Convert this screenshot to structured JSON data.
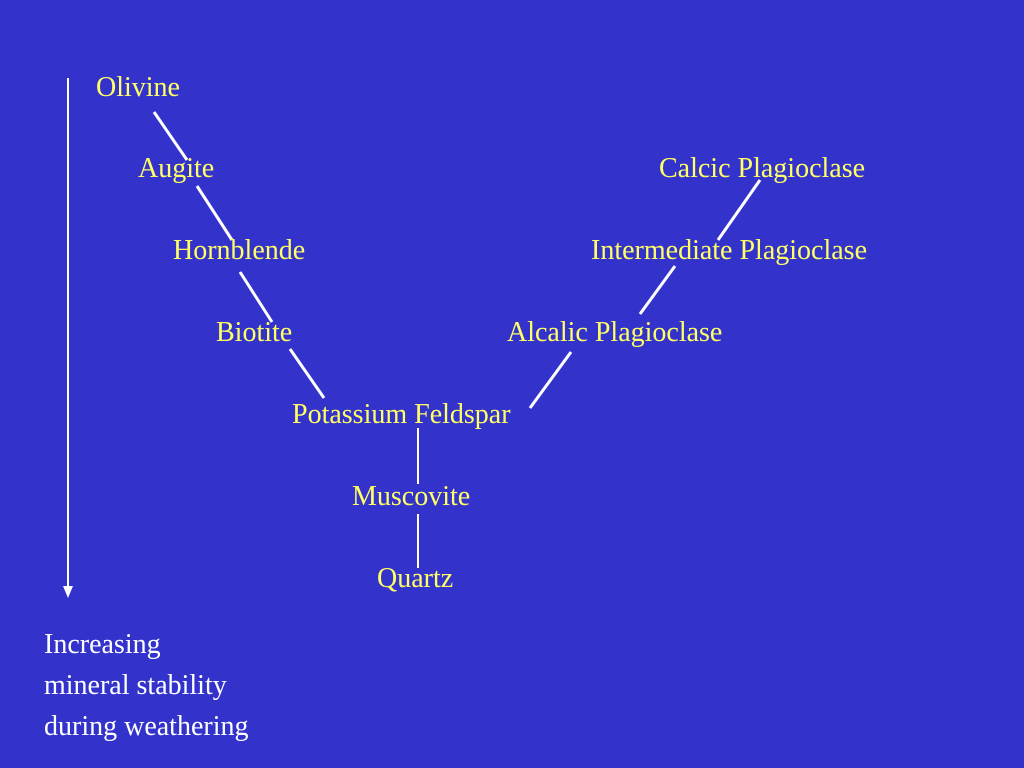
{
  "diagram": {
    "left_series": [
      "Olivine",
      "Augite",
      "Hornblende",
      "Biotite"
    ],
    "right_series": [
      "Calcic Plagioclase",
      "Intermediate Plagioclase",
      "Alcalic Plagioclase"
    ],
    "junction": "Potassium Feldspar",
    "tail": [
      "Muscovite",
      "Quartz"
    ]
  },
  "axis": {
    "caption_lines": [
      "Increasing",
      "mineral stability",
      "during weathering"
    ],
    "direction": "down"
  },
  "colors": {
    "background": "#3333cc",
    "mineral_text": "#ffff66",
    "lines": "#ffffff",
    "caption_text": "#ffffff"
  }
}
